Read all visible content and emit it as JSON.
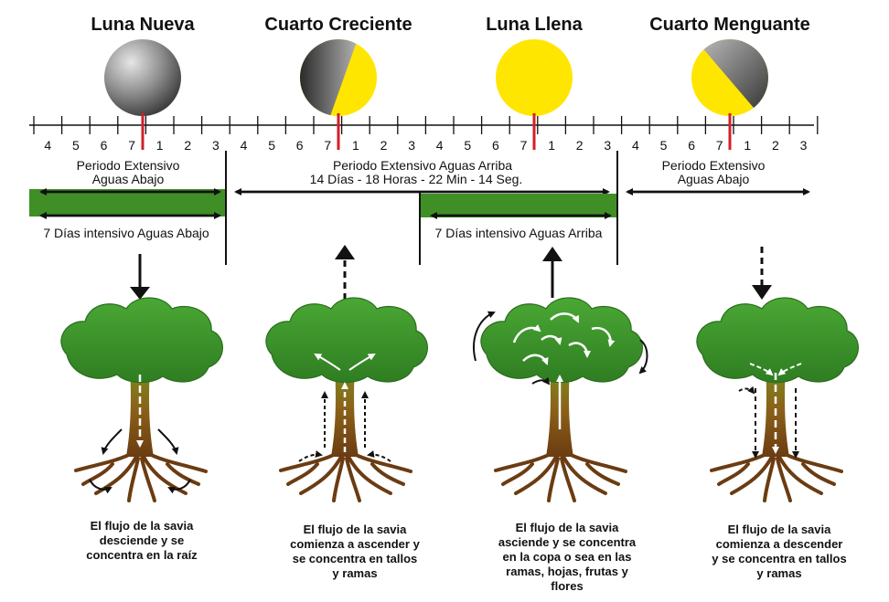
{
  "phases": [
    {
      "title": "Luna Nueva",
      "icon": "new-moon-icon"
    },
    {
      "title": "Cuarto Creciente",
      "icon": "first-quarter-moon-icon"
    },
    {
      "title": "Luna Llena",
      "icon": "full-moon-icon"
    },
    {
      "title": "Cuarto Menguante",
      "icon": "last-quarter-moon-icon"
    }
  ],
  "timeline": {
    "tick_labels": [
      "4",
      "5",
      "6",
      "7",
      "1",
      "2",
      "3",
      "4",
      "5",
      "6",
      "7",
      "1",
      "2",
      "3",
      "4",
      "5",
      "6",
      "7",
      "1",
      "2",
      "3",
      "4",
      "5",
      "6",
      "7",
      "1",
      "2",
      "3"
    ]
  },
  "periods": {
    "left": {
      "line1": "Periodo Extensivo",
      "line2": "Aguas Abajo"
    },
    "center": {
      "line1": "Periodo Extensivo Aguas Arriba",
      "line2": "14 Días - 18 Horas - 22 Min - 14 Seg."
    },
    "right": {
      "line1": "Periodo Extensivo",
      "line2": "Aguas Abajo"
    },
    "intensive_down": "7 Días intensivo Aguas Abajo",
    "intensive_up": "7 Días intensivo Aguas Arriba"
  },
  "trees": [
    {
      "lines": [
        "El flujo de la savia",
        "desciende y se",
        "concentra en la raíz"
      ]
    },
    {
      "lines": [
        "El flujo de la savia",
        "comienza a ascender y",
        "se concentra en tallos",
        "y ramas"
      ]
    },
    {
      "lines": [
        "El flujo de la savia",
        "asciende y se concentra",
        "en la copa o sea en las",
        "ramas, hojas, frutas y",
        "flores"
      ]
    },
    {
      "lines": [
        "El flujo de la savia",
        "comienza a descender",
        "y se concentra en tallos",
        "y ramas"
      ]
    }
  ],
  "colors": {
    "moon_yellow": "#ffe600",
    "moon_gray": "#7d7d7d",
    "bar_green": "#3f8f26",
    "foliage_green": "#45a22f",
    "trunk_brown": "#7a4a17",
    "marker_red": "#d0202a"
  }
}
